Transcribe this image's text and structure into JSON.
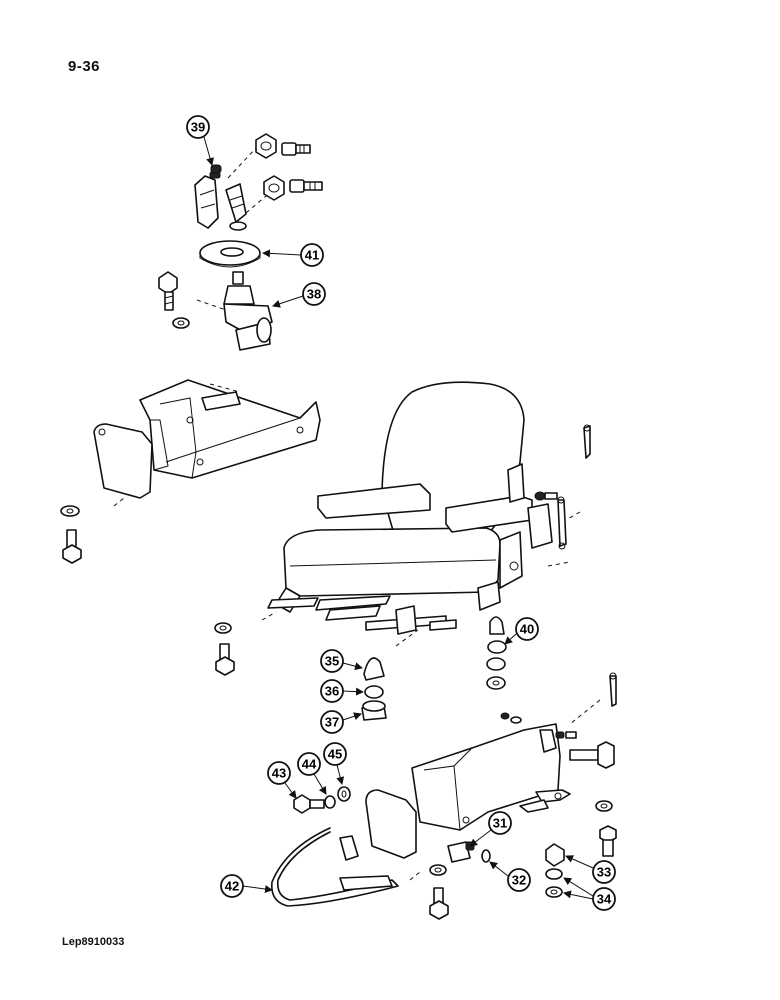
{
  "page": {
    "number": "9-36",
    "reference": "Lep8910033"
  },
  "callouts": [
    "39",
    "41",
    "38",
    "40",
    "35",
    "36",
    "37",
    "43",
    "44",
    "45",
    "31",
    "32",
    "33",
    "34",
    "42"
  ],
  "colors": {
    "ink": "#111111",
    "background": "#ffffff"
  }
}
